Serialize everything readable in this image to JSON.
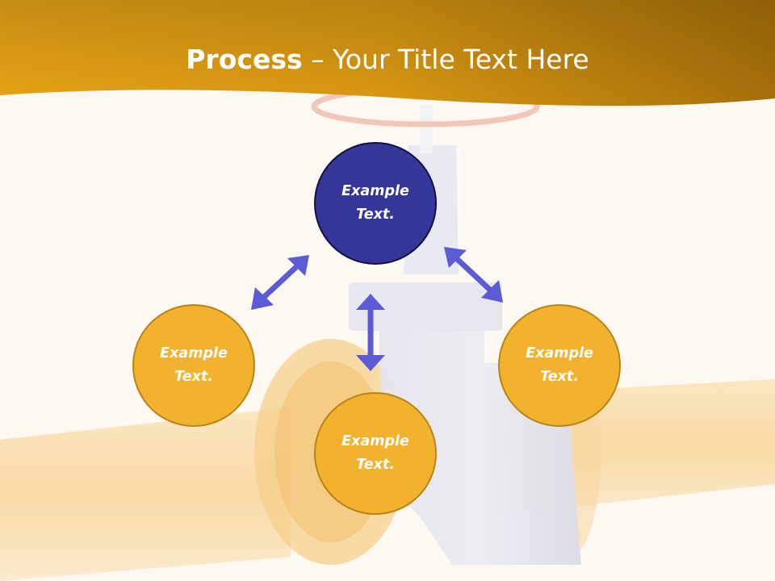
{
  "slide": {
    "title_bold": "Process",
    "title_rest": " – Your Title Text Here"
  },
  "diagram": {
    "nodes": [
      {
        "id": "top",
        "label_line1": "Example",
        "label_line2": "Text."
      },
      {
        "id": "left",
        "label_line1": "Example",
        "label_line2": "Text."
      },
      {
        "id": "right",
        "label_line1": "Example",
        "label_line2": "Text."
      },
      {
        "id": "bottom",
        "label_line1": "Example",
        "label_line2": "Text."
      }
    ],
    "edges": [
      {
        "from": "top",
        "to": "left",
        "style": "double-arrow"
      },
      {
        "from": "top",
        "to": "right",
        "style": "double-arrow"
      },
      {
        "from": "top",
        "to": "bottom",
        "style": "double-arrow"
      }
    ]
  },
  "colors": {
    "header": "#e3a014",
    "header_dark": "#a8700a",
    "accent_circle": "#353699",
    "circle_fill": "#f2b22e",
    "arrow": "#5b5bd6",
    "background": "#fdf9f2"
  }
}
